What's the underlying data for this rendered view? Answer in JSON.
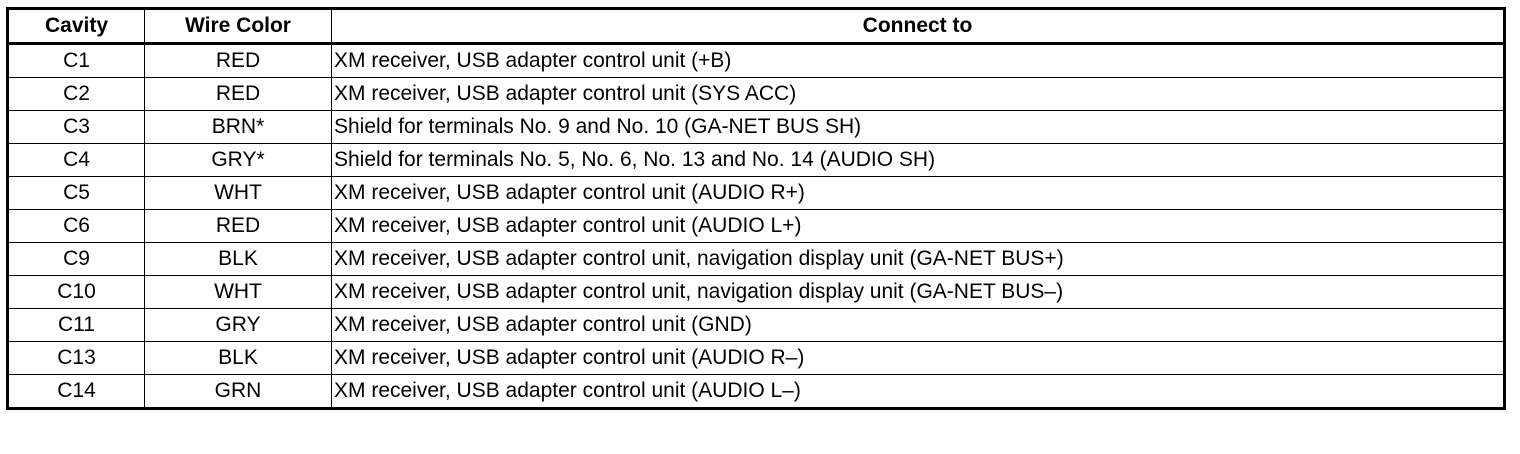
{
  "table": {
    "headers": {
      "cavity": "Cavity",
      "wire_color": "Wire Color",
      "connect_to": "Connect to"
    },
    "rows": [
      {
        "cavity": "C1",
        "wire_color": "RED",
        "connect_to": "XM receiver, USB adapter control unit (+B)"
      },
      {
        "cavity": "C2",
        "wire_color": "RED",
        "connect_to": "XM receiver, USB adapter control unit (SYS ACC)"
      },
      {
        "cavity": "C3",
        "wire_color": "BRN*",
        "connect_to": "Shield for terminals No. 9 and No. 10 (GA-NET  BUS SH)"
      },
      {
        "cavity": "C4",
        "wire_color": "GRY*",
        "connect_to": "Shield for terminals No. 5, No. 6, No. 13 and No. 14 (AUDIO SH)"
      },
      {
        "cavity": "C5",
        "wire_color": "WHT",
        "connect_to": "XM receiver, USB adapter control unit (AUDIO R+)"
      },
      {
        "cavity": "C6",
        "wire_color": "RED",
        "connect_to": "XM receiver, USB adapter control unit (AUDIO L+)"
      },
      {
        "cavity": "C9",
        "wire_color": "BLK",
        "connect_to": "XM receiver, USB adapter control unit, navigation display unit (GA-NET  BUS+)"
      },
      {
        "cavity": "C10",
        "wire_color": "WHT",
        "connect_to": "XM receiver, USB adapter control unit, navigation display unit (GA-NET  BUS–)"
      },
      {
        "cavity": "C11",
        "wire_color": "GRY",
        "connect_to": "XM receiver, USB adapter control unit (GND)"
      },
      {
        "cavity": "C13",
        "wire_color": "BLK",
        "connect_to": "XM receiver, USB adapter control unit (AUDIO R–)"
      },
      {
        "cavity": "C14",
        "wire_color": "GRN",
        "connect_to": "XM receiver, USB adapter control unit (AUDIO L–)"
      }
    ]
  }
}
